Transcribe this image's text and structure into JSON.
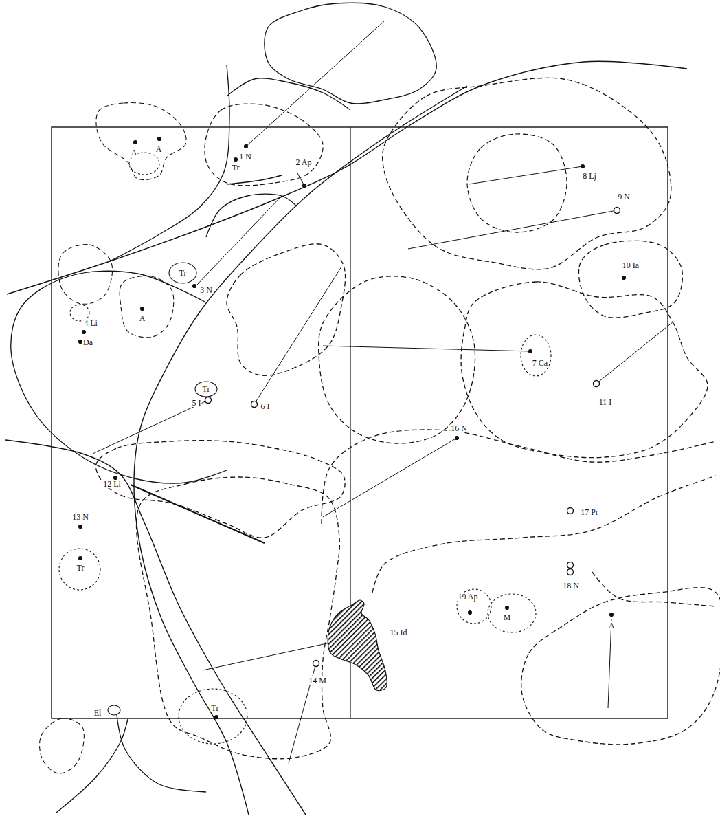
{
  "diagram": {
    "labels": [
      "A",
      "A",
      "1 N",
      "Tr",
      "2 Ap",
      "8 Lj",
      "9 N",
      "10 Ia",
      "Tr",
      "3 N",
      "A",
      "4 Li",
      "Da",
      "7 Ca",
      "Tr",
      "5 I",
      "6 I",
      "11 I",
      "16 N",
      "12 Li",
      "17 Pr",
      "13 N",
      "Tr",
      "18 N",
      "19 Ap",
      "M",
      "A",
      "15 Id",
      "14 M",
      "Tr",
      "El"
    ]
  }
}
